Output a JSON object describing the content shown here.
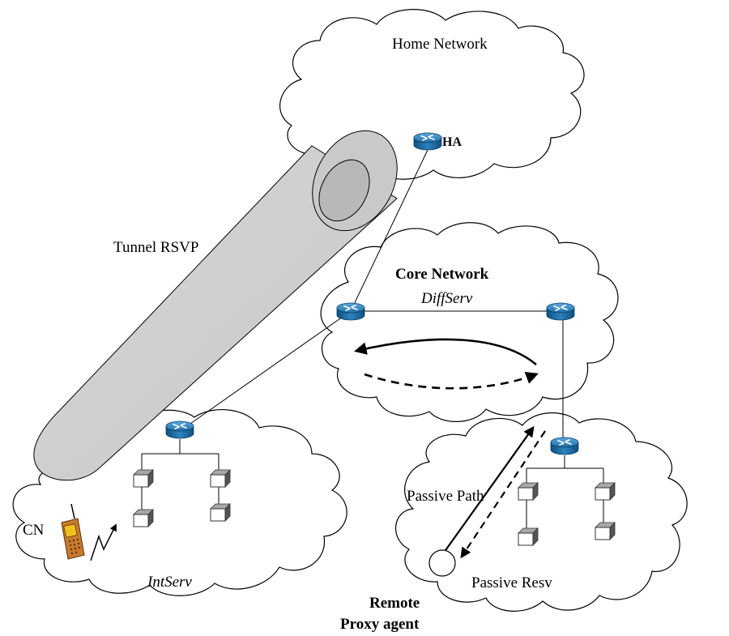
{
  "diagram": {
    "home_network_label": "Home Network",
    "ha_label": "HA",
    "tunnel_label": "Tunnel RSVP",
    "core_network_label": "Core Network",
    "core_network_sublabel": "DiffServ",
    "cn_label": "CN",
    "intserv_label": "IntServ",
    "passive_path_label": "Passive Path",
    "passive_resv_label": "Passive Resv",
    "proxy_label_line1": "Remote",
    "proxy_label_line2": "Proxy agent"
  },
  "colors": {
    "router_blue": "#1e6fa8",
    "tunnel_gray": "#d3d3d3",
    "phone_orange": "#c87a2c"
  }
}
